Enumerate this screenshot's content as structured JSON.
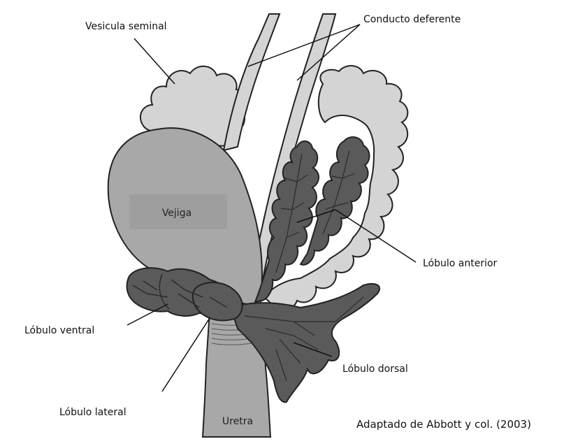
{
  "labels": {
    "seminal_vesicle": "Vesicula seminal",
    "vas_deferens": "Conducto deferente",
    "bladder": "Vejiga",
    "anterior_lobe": "Lóbulo anterior",
    "ventral_lobe": "Lóbulo ventral",
    "dorsal_lobe": "Lóbulo dorsal",
    "lateral_lobe": "Lóbulo lateral",
    "urethra": "Uretra"
  },
  "credit": "Adaptado de Abbott y col. (2003)",
  "colors": {
    "light_gray": "#d4d4d4",
    "bladder_gray": "#a8a8a8",
    "dark_gray": "#5a5a5a",
    "outline": "#222222"
  }
}
